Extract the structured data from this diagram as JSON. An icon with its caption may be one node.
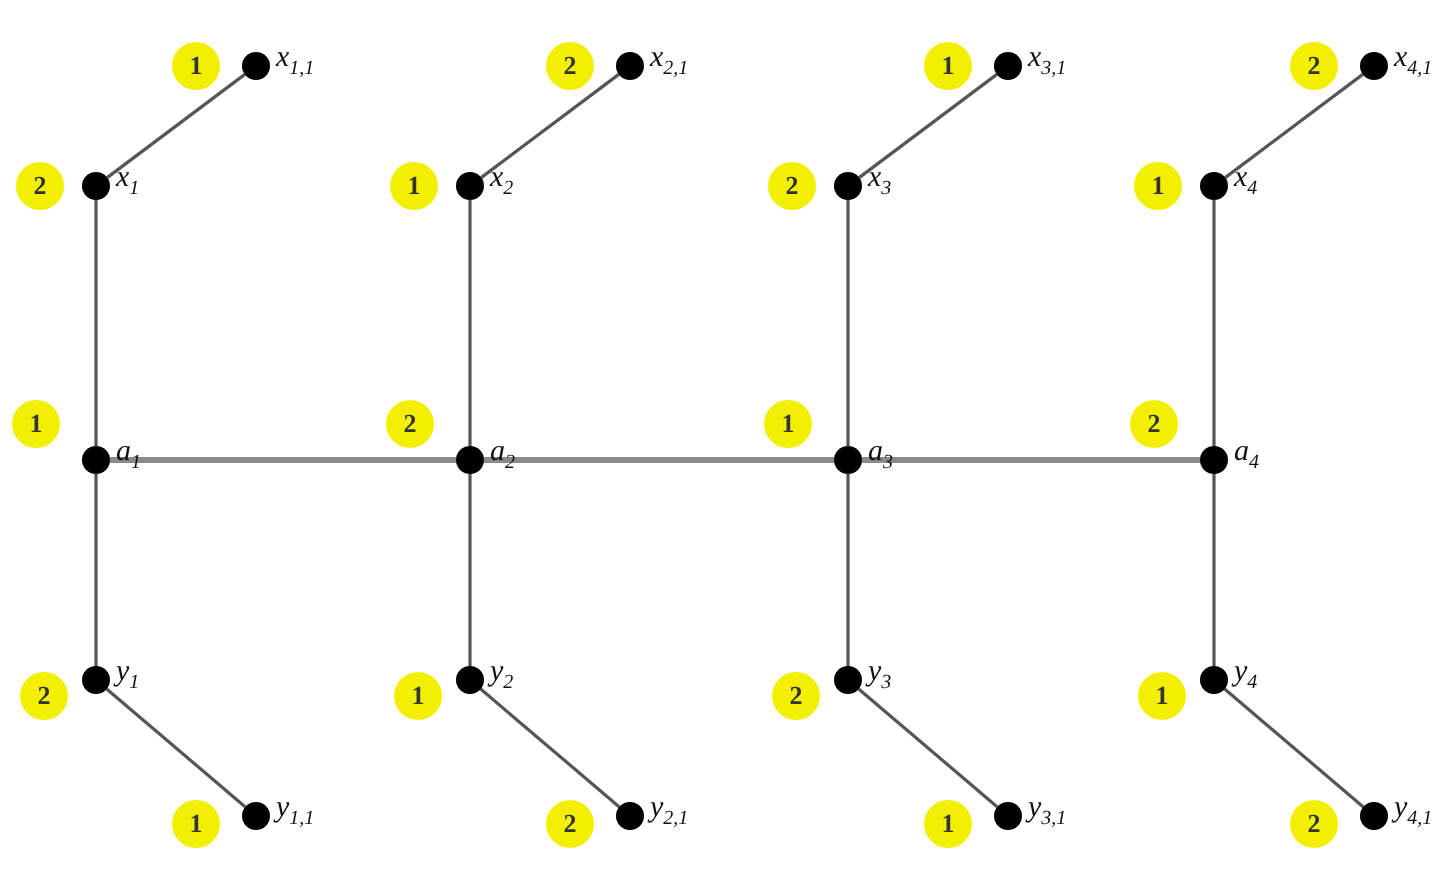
{
  "diagram": {
    "nodes": [
      {
        "text": [
          "x$_{1,1}$"
        ],
        "beside": [
          "1"
        ]
      },
      {
        "text": [
          "x$_{2,1}$"
        ],
        "beside": [
          "2"
        ]
      },
      {
        "text": [
          "x$_{3,1}$"
        ],
        "beside": [
          "1"
        ]
      },
      {
        "text": [
          "x$_{4,1}$"
        ],
        "beside": [
          "2"
        ]
      },
      {
        "text": [
          "x$_{1}$"
        ],
        "beside": [
          "2"
        ]
      },
      {
        "text": [
          "x$_{2}$"
        ],
        "beside": [
          "1"
        ]
      },
      {
        "text": [
          "x$_{3}$"
        ],
        "beside": [
          "2"
        ]
      },
      {
        "text": [
          "x$_{4}$"
        ],
        "beside": [
          "1"
        ]
      },
      {
        "text": [
          "a$_{1}$"
        ],
        "beside": [
          "1"
        ]
      },
      {
        "text": [
          "a$_{2}$"
        ],
        "beside": [
          "2"
        ]
      },
      {
        "text": [
          "a$_{3}$"
        ],
        "beside": [
          "1"
        ]
      },
      {
        "text": [
          "a$_{4}$"
        ],
        "beside": [
          "2"
        ]
      },
      {
        "text": [
          "y$_{1}$"
        ],
        "beside": [
          "2"
        ]
      },
      {
        "text": [
          "y$_{2}$"
        ],
        "beside": [
          "1"
        ]
      },
      {
        "text": [
          "y$_{3}$"
        ],
        "beside": [
          "2"
        ]
      },
      {
        "text": [
          "y$_{4}$"
        ],
        "beside": [
          "1"
        ]
      },
      {
        "text": [
          "y$_{1,1}$"
        ],
        "beside": [
          "1"
        ]
      },
      {
        "text": [
          "y$_{2,1}$"
        ],
        "beside": [
          "2"
        ]
      },
      {
        "text": [
          "y$_{3,1}$"
        ],
        "beside": [
          "1"
        ]
      },
      {
        "text": [
          "y$_{4,1}$"
        ],
        "beside": [
          "2"
        ]
      }
    ],
    "edges": [
      {
        "from": 0,
        "to": 4,
        "arrow": "none"
      },
      {
        "from": 4,
        "to": 8,
        "arrow": "none"
      },
      {
        "from": 8,
        "to": 12,
        "arrow": "none"
      },
      {
        "from": 12,
        "to": 16,
        "arrow": "none"
      },
      {
        "from": 1,
        "to": 5,
        "arrow": "none"
      },
      {
        "from": 5,
        "to": 9,
        "arrow": "none"
      },
      {
        "from": 9,
        "to": 13,
        "arrow": "none"
      },
      {
        "from": 13,
        "to": 17,
        "arrow": "none"
      },
      {
        "from": 2,
        "to": 6,
        "arrow": "none"
      },
      {
        "from": 6,
        "to": 10,
        "arrow": "none"
      },
      {
        "from": 10,
        "to": 14,
        "arrow": "none"
      },
      {
        "from": 14,
        "to": 18,
        "arrow": "none"
      },
      {
        "from": 3,
        "to": 7,
        "arrow": "none"
      },
      {
        "from": 7,
        "to": 11,
        "arrow": "none"
      },
      {
        "from": 11,
        "to": 15,
        "arrow": "none"
      },
      {
        "from": 15,
        "to": 19,
        "arrow": "none"
      },
      {
        "from": 8,
        "to": 9,
        "arrow": "none"
      },
      {
        "from": 9,
        "to": 10,
        "arrow": "none"
      },
      {
        "from": 10,
        "to": 11,
        "arrow": "none"
      }
    ]
  }
}
